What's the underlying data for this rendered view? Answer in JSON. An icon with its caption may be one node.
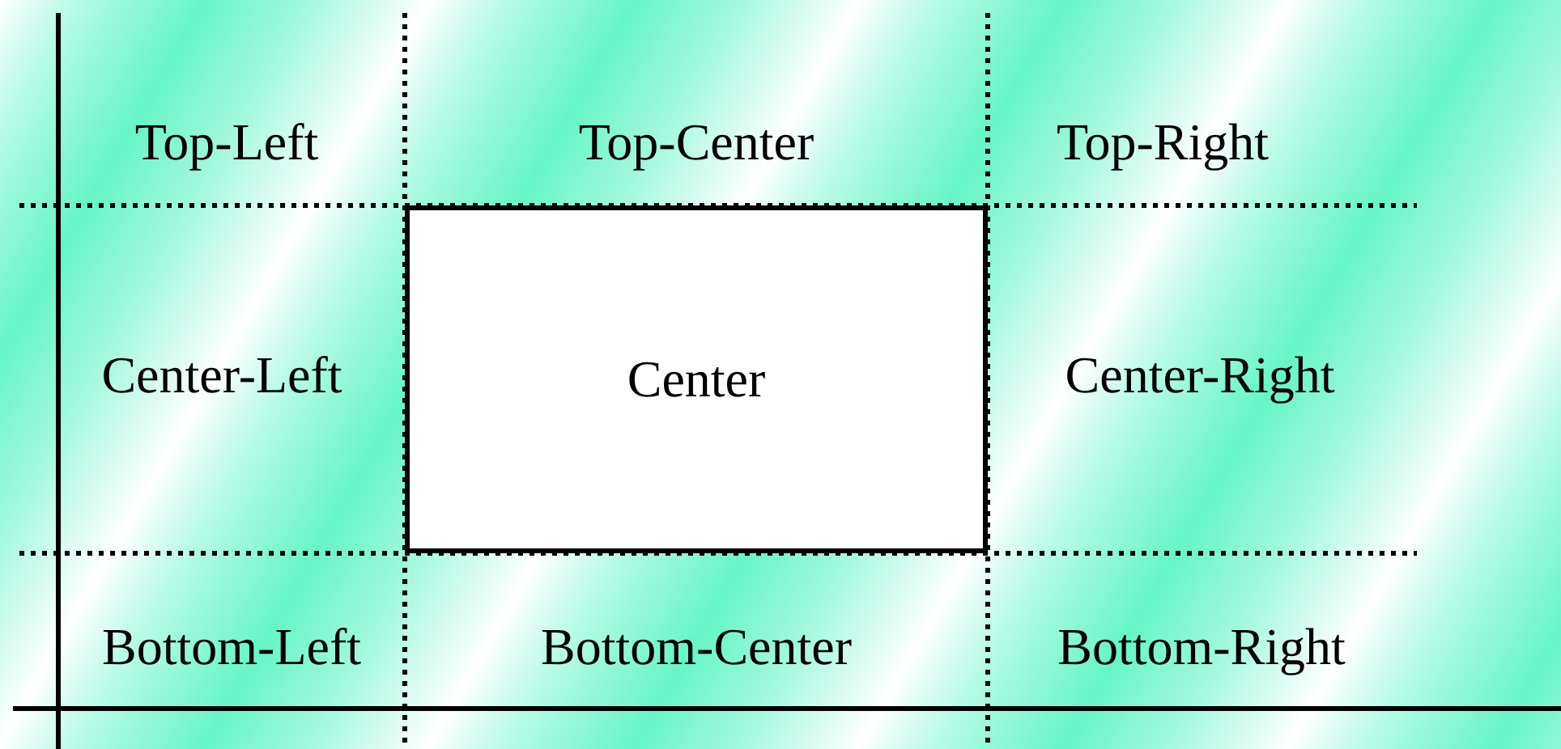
{
  "diagram": {
    "nodes": [
      {
        "text": [
          "Center"
        ]
      }
    ],
    "labels": [
      "Top-Left",
      "Top-Center",
      "Top-Right",
      "Center-Left",
      "Center-Right",
      "Bottom-Left",
      "Bottom-Center",
      "Bottom-Right"
    ]
  }
}
